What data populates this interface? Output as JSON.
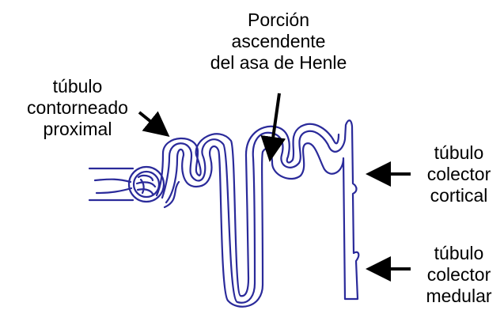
{
  "colors": {
    "tubule": "#2a2a9a",
    "arrow": "#000000",
    "text": "#000000",
    "background": "#ffffff"
  },
  "labels": {
    "ascending": [
      "Porción",
      "ascendente",
      "del asa de Henle"
    ],
    "proximal": [
      "túbulo",
      "contorneado",
      "proximal"
    ],
    "cortical": [
      "túbulo",
      "colector",
      "cortical"
    ],
    "medular": [
      "túbulo",
      "colector",
      "medular"
    ]
  }
}
